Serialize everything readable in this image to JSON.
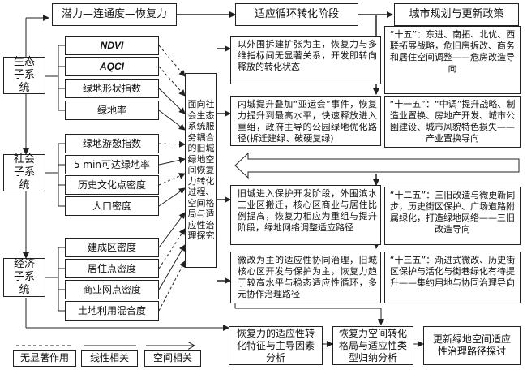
{
  "header": {
    "flow_title": "潜力—连通度—恢复力",
    "stage_title": "适应循环转化阶段",
    "policy_title": "城市规划与更新政策"
  },
  "subsystems": {
    "eco": "生态子系统",
    "social": "社会子系统",
    "econ": "经济子系统"
  },
  "indicators": {
    "ndvi": "NDVI",
    "aqci": "AQCI",
    "shape": "绿地形状指数",
    "ratio": "绿地率",
    "recreation": "绿地游憩指数",
    "fivemin": "5 min可达绿地率",
    "history": "历史文化点密度",
    "population": "人口密度",
    "built": "建成区密度",
    "residence": "居住点密度",
    "commercial": "商业网点密度",
    "mixed": "土地利用混合度"
  },
  "center_text": "面向社会生态系统服务耦合的旧城绿地空间恢复力转化过程、空间格局与适应性治理探究",
  "stages": [
    "以外围拆建扩张为主，恢复力与多维指标间无显著关系，开发即转向释放的转化状态",
    "内城提升叠加“亚运会”事件，恢复力提升到最高水平，快速释放进入重组，政府主导的公园绿地优化路径(拆迁建绿、破硬复绿)",
    "旧城进入保护开发阶段，外围滨水工业区搬迁，核心区商业与居住比例提高，恢复力相应为重组与提升阶段，绿地网络调整适应路径",
    "微改为主的适应性协同治理，旧城核心区开发与保护为主，恢复力趋于较高水平与稳态适应性循环，多元协作治理路径"
  ],
  "policies": [
    "“十五”：东进、南拓、北优、西联拓展战略，危旧房拆改、商务和居住空间调整——危房改造导向",
    "“十一五”：“中调”提升战略、制造业置换、房地产开发、城市公園建设、城市风貌特色损失——产业置换导向",
    "“十二五”：三旧改造与微更新同步，历史街区保护、广场道路附属绿化，打造绿地网络——三旧改造导向",
    "“十三五”：渐进式微改、历史街区保护与活化与街巷绿化有待提升——集约用地与协同治理导向"
  ],
  "bottom": {
    "b1": "恢复力的适应性转化特征与主导因素分析",
    "b2": "恢复力空间转化格局与适应性类型归纳分析",
    "b3": "更新绿地空间适应性治理路径探讨"
  },
  "legend": {
    "insignificant": "无显著作用",
    "linear": "线性相关",
    "spatial": "空间相关"
  }
}
